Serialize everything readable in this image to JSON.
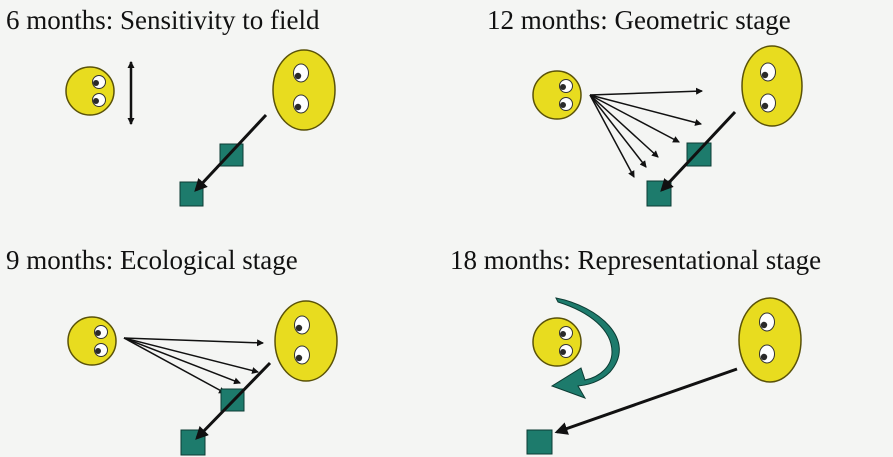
{
  "colors": {
    "face_fill": "#e8dc1f",
    "face_stroke": "#5a5208",
    "eye_fill": "#ffffff",
    "pupil": "#2a2a2a",
    "target_fill": "#1d7b6c",
    "target_stroke": "#0c3b33",
    "arrow": "#111111",
    "curved_arrow": "#1d7b6c",
    "background": "#f4f5f3"
  },
  "panels": [
    {
      "id": "6-months",
      "title": "6 months: Sensitivity to field",
      "attention_type": "vertical-double-arrow"
    },
    {
      "id": "12-months",
      "title": "12 months: Geometric stage",
      "attention_type": "fan-of-arrows-to-target"
    },
    {
      "id": "9-months",
      "title": "9 months: Ecological stage",
      "attention_type": "fan-of-arrows-above-target"
    },
    {
      "id": "18-months",
      "title": "18 months: Representational stage",
      "attention_type": "curved-arrow-to-target"
    }
  ]
}
